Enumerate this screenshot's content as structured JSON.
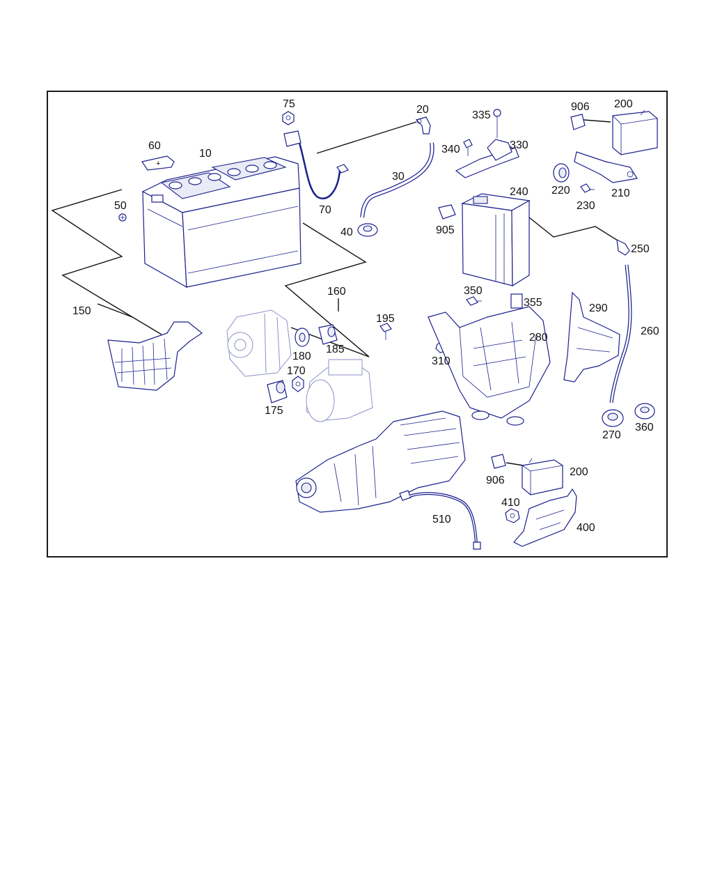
{
  "colors": {
    "line_art": "#1a1f8c",
    "ghost_art": "#8a90c8",
    "text": "#111111",
    "frame": "#1a1a1a"
  },
  "callouts": {
    "c10": "10",
    "c20": "20",
    "c30": "30",
    "c40": "40",
    "c50": "50",
    "c60": "60",
    "c70": "70",
    "c75": "75",
    "c150": "150",
    "c160": "160",
    "c170": "170",
    "c175": "175",
    "c180": "180",
    "c185": "185",
    "c195": "195",
    "c200a": "200",
    "c200b": "200",
    "c210": "210",
    "c220": "220",
    "c230": "230",
    "c240": "240",
    "c250": "250",
    "c260": "260",
    "c270": "270",
    "c280": "280",
    "c290": "290",
    "c310": "310",
    "c330": "330",
    "c335": "335",
    "c340": "340",
    "c350": "350",
    "c355": "355",
    "c360": "360",
    "c400": "400",
    "c410": "410",
    "c510": "510",
    "c905": "905",
    "c906a": "906",
    "c906b": "906"
  },
  "plus_mark": "+"
}
